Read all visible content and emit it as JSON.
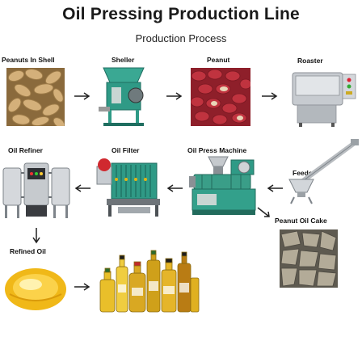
{
  "title": "Oil Pressing Production Line",
  "subtitle": "Production Process",
  "steps": {
    "peanuts_in_shell": "Peanuts In Shell",
    "sheller": "Sheller",
    "peanut": "Peanut",
    "roaster": "Roaster",
    "oil_refiner": "Oil Refiner",
    "oil_filter": "Oil Filter",
    "oil_press_machine": "Oil Press Machine",
    "feeder": "Feeder",
    "peanut_oil_cake": "Peanut Oil Cake",
    "refined_oil": "Refined Oil"
  },
  "icons": {
    "arrow": "right-arrow-icon",
    "machine": "machine-icon"
  },
  "colors": {
    "machine_green": "#2f9a86",
    "steel": "#b9bdc2",
    "peanut_shell": "#c9a46a",
    "peanut_red": "#c0333f",
    "oil_gold": "#e8b820"
  }
}
